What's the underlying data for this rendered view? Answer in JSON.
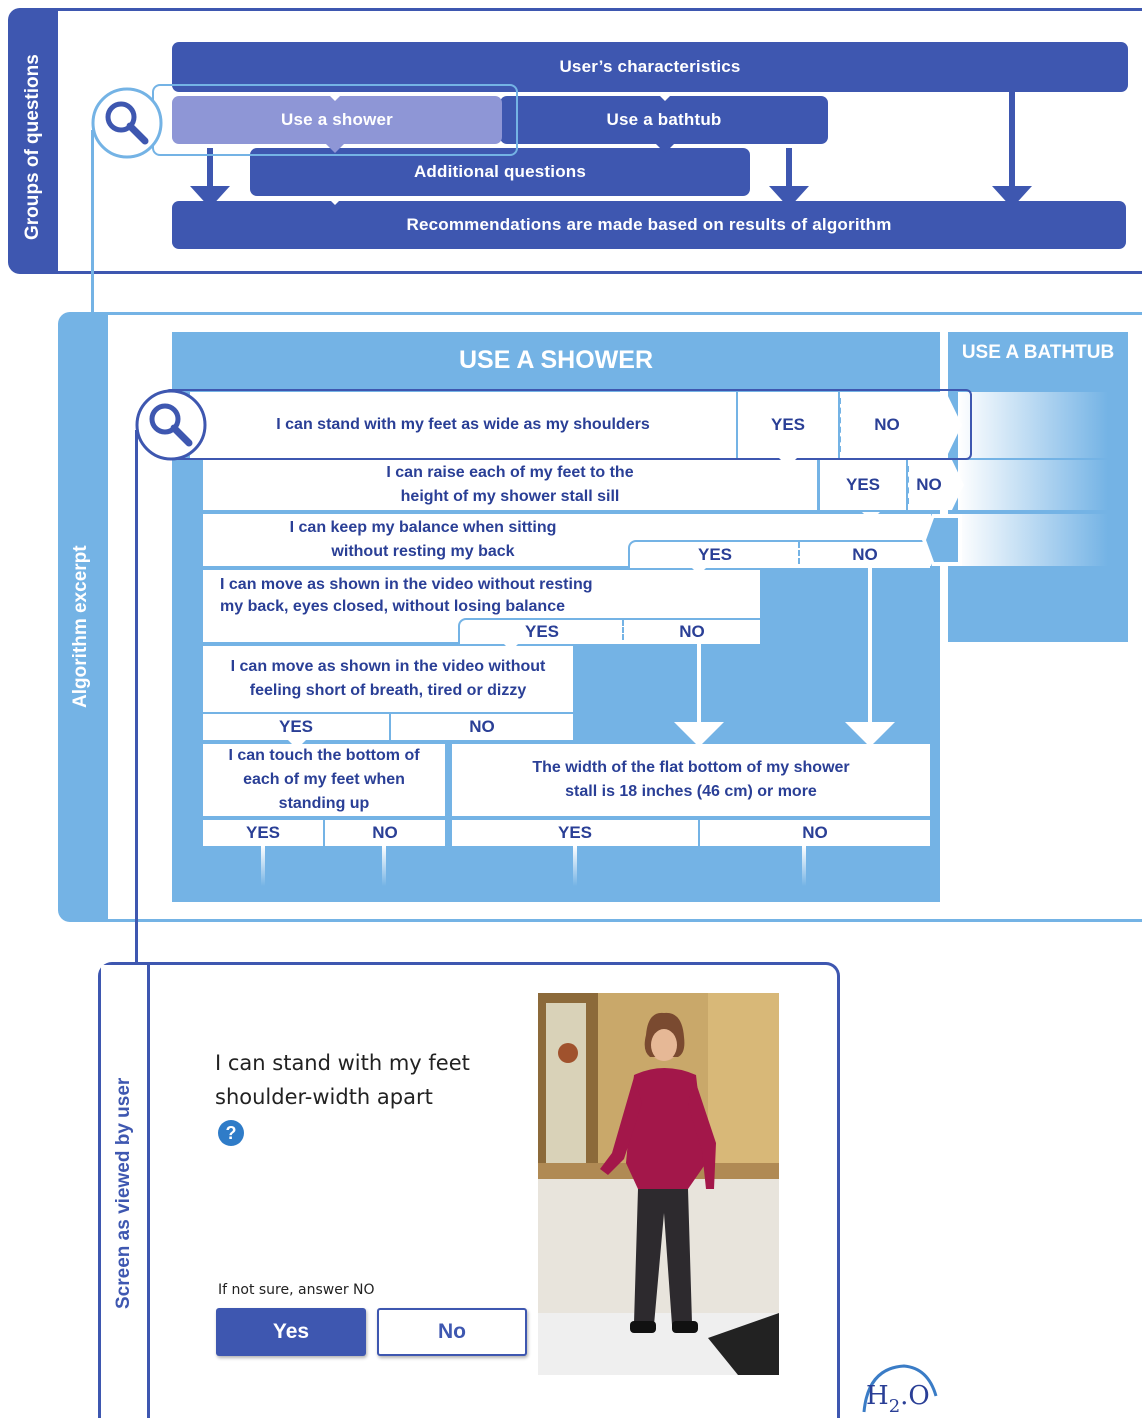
{
  "panels": {
    "groups_label": "Groups of questions",
    "algorithm_label": "Algorithm excerpt",
    "screen_label": "Screen as viewed by user"
  },
  "flow": {
    "users_characteristics": "User’s characteristics",
    "use_shower": "Use a shower",
    "use_bathtub": "Use a bathtub",
    "additional_questions": "Additional questions",
    "recommendations": "Recommendations are made based on results of algorithm"
  },
  "algorithm": {
    "shower_title": "USE A SHOWER",
    "bathtub_title": "USE A BATHTUB",
    "q1": "I can stand with my feet as wide as my shoulders",
    "q2": "I can raise each of my feet to the height of my shower stall sill",
    "q3": "I can keep my balance when sitting without resting my back",
    "q4": "I can move as shown in the video without resting my back, eyes closed, without losing balance",
    "q5": "I can move as shown in the video without feeling short of breath, tired or dizzy",
    "q6": "I can touch the bottom of each of my feet when standing up",
    "q7": "The width of the flat bottom of my shower stall is 18 inches (46 cm) or more",
    "yes": "YES",
    "no": "NO"
  },
  "screen": {
    "question": "I can stand with my feet shoulder-width apart",
    "help_symbol": "?",
    "not_sure": "If not sure, answer NO",
    "yes_button": "Yes",
    "no_button": "No",
    "logo_text": "H",
    "logo_sub": "2",
    "logo_dot": ".O"
  },
  "colors": {
    "dark_blue": "#3e57b0",
    "light_blue": "#74b3e5",
    "text_blue": "#2a3f96"
  }
}
